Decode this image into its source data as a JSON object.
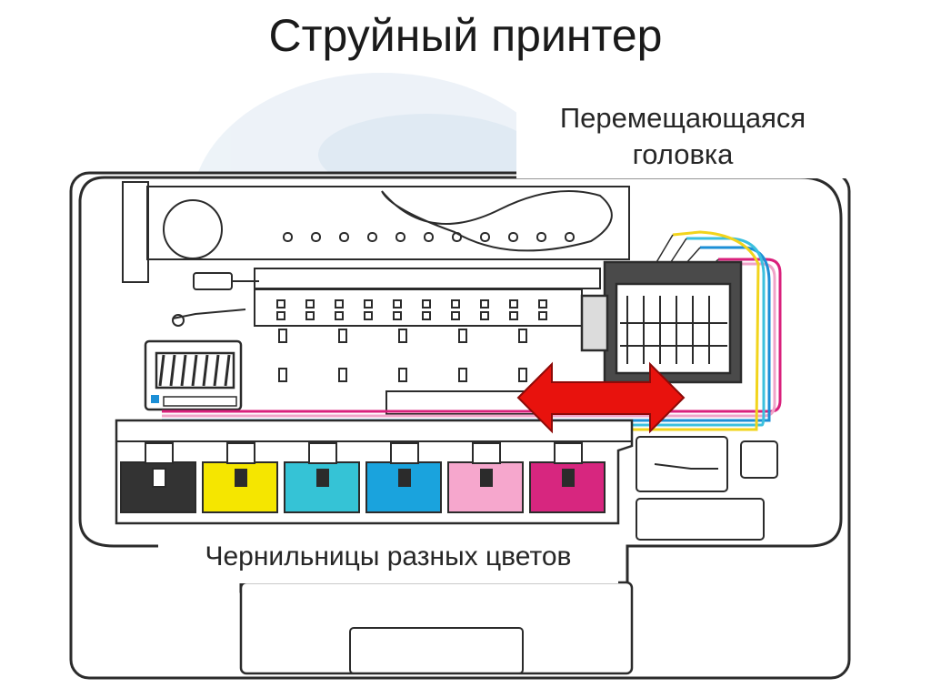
{
  "slide": {
    "title": "Струйный принтер"
  },
  "labels": {
    "head_line1": "Перемещающаяся",
    "head_line2": "головка",
    "ink_tanks": "Чернильницы разных цветов"
  },
  "colors": {
    "arrow": "#e8120d",
    "tubes": [
      "#f2d41c",
      "#3cc0de",
      "#1c8fd6",
      "#f0a3c8",
      "#d9207c"
    ],
    "tanks": [
      "#333333",
      "#f5e600",
      "#35c3d6",
      "#1aa3dd",
      "#f6a7cd",
      "#d7267f"
    ],
    "outline": "#2b2b2b",
    "background_logo": "#d9e6f2"
  },
  "arrow": {
    "direction": "bidirectional-horizontal",
    "meaning": "head-movement"
  }
}
